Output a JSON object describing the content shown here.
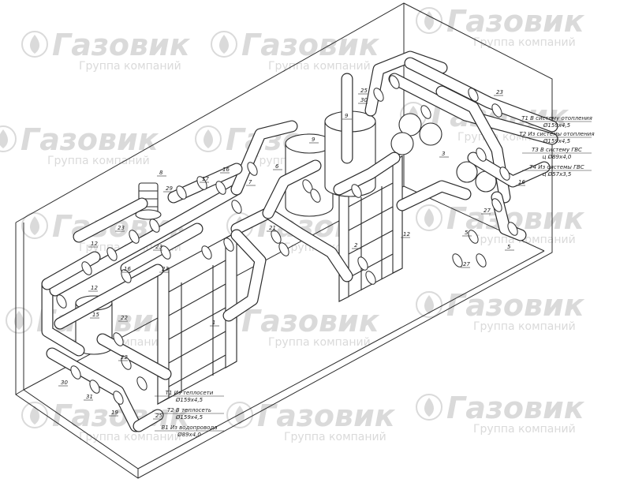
{
  "watermark": {
    "name": "Газовик",
    "subtitle": "Группа компаний",
    "color": "#dadada"
  },
  "colors": {
    "line": "#2b2b2b",
    "watermark": "#dadada"
  },
  "connections": [
    {
      "title": "T1 В систему отопления",
      "size": "Ø159х4,5"
    },
    {
      "title": "T2 Из системы отопления",
      "size": "Ø159х4,5"
    },
    {
      "title": "T3 В систему ГВС",
      "size": "ц Ø89х4,0"
    },
    {
      "title": "T4 Из системы ГВС",
      "size": "ц Ø57х3,5"
    },
    {
      "title": "T1 Из теплосети",
      "size": "Ø159х4,5"
    },
    {
      "title": "T2 В теплосеть",
      "size": "Ø159х4,5"
    },
    {
      "title": "B1 Из водопровода",
      "size": "Ø89х4,0"
    }
  ],
  "callouts": [
    "8",
    "29",
    "17",
    "16",
    "7",
    "6",
    "9",
    "9",
    "25",
    "30",
    "2",
    "1",
    "15",
    "12",
    "12",
    "16",
    "23",
    "23",
    "22",
    "22",
    "23",
    "21",
    "30",
    "31",
    "19",
    "25",
    "23",
    "16",
    "27",
    "5",
    "5",
    "27",
    "12",
    "3"
  ]
}
